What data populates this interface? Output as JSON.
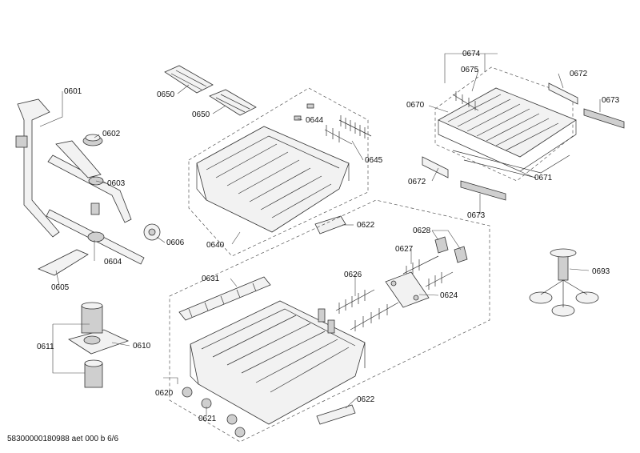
{
  "diagram": {
    "labels": {
      "p0601": "0601",
      "p0602": "0602",
      "p0603": "0603",
      "p0604": "0604",
      "p0605": "0605",
      "p0606": "0606",
      "p0610": "0610",
      "p0611": "0611",
      "p0620": "0620",
      "p0621": "0621",
      "p0622a": "0622",
      "p0622b": "0622",
      "p0624": "0624",
      "p0626": "0626",
      "p0627": "0627",
      "p0628": "0628",
      "p0631": "0631",
      "p0640": "0640",
      "p0644": "0644",
      "p0645": "0645",
      "p0650a": "0650",
      "p0650b": "0650",
      "p0670": "0670",
      "p0671": "0671",
      "p0672a": "0672",
      "p0672b": "0672",
      "p0673a": "0673",
      "p0673b": "0673",
      "p0674": "0674",
      "p0675": "0675",
      "p0693": "0693"
    },
    "footer": "58300000180988 aet 000 b 6/6"
  }
}
